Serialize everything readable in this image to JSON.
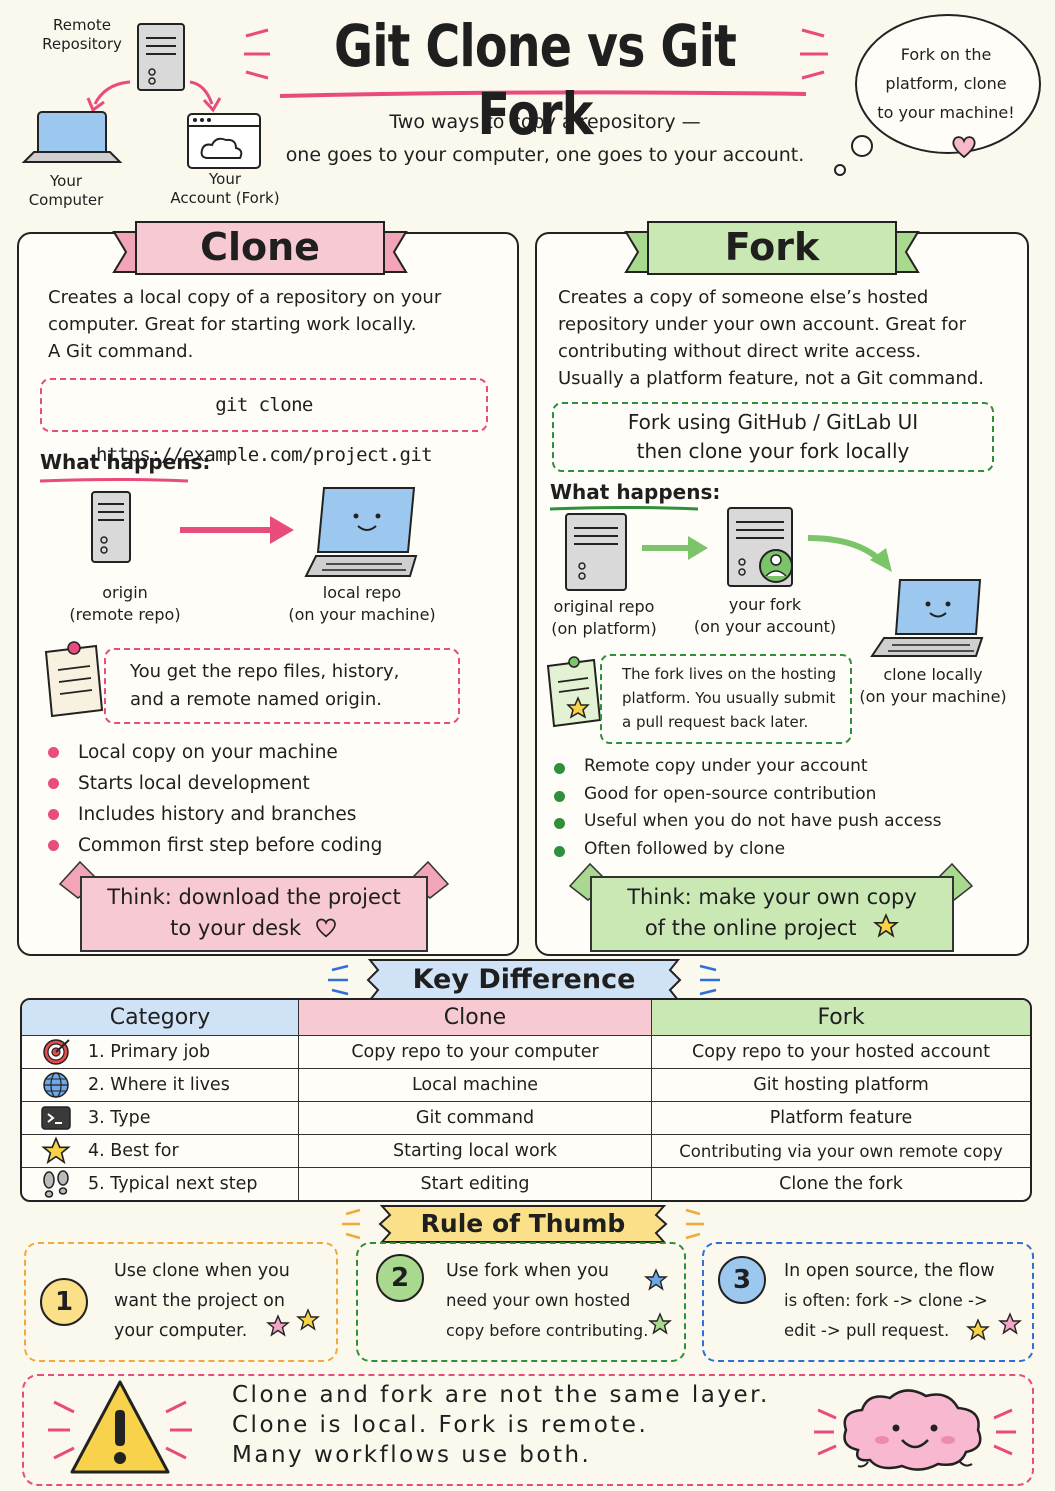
{
  "header": {
    "title": "Git Clone vs Git Fork",
    "subtitle_line1": "Two ways to copy a repository —",
    "subtitle_line2": "one goes to your computer, one goes to your account.",
    "remote_repository_label_1": "Remote",
    "remote_repository_label_2": "Repository",
    "your_computer_label_1": "Your",
    "your_computer_label_2": "Computer",
    "your_account_label_1": "Your",
    "your_account_label_2": "Account (Fork)",
    "bubble_line1": "Fork on the",
    "bubble_line2": "platform, clone",
    "bubble_line3": "to your machine!"
  },
  "clone": {
    "ribbon": "Clone",
    "desc_line1": "Creates a local copy of a repository on your",
    "desc_line2": "computer. Great for starting work locally.",
    "desc_line3": "A Git command.",
    "command": "git clone https://example.com/project.git",
    "what_happens": "What happens:",
    "origin_label_1": "origin",
    "origin_label_2": "(remote repo)",
    "local_label_1": "local repo",
    "local_label_2": "(on your machine)",
    "note_line1": "You get the repo files, history,",
    "note_line2": "and a remote named origin.",
    "bullets": [
      "Local copy on your machine",
      "Starts local development",
      "Includes history and branches",
      "Common first step before coding"
    ],
    "think_line1": "Think: download the project",
    "think_line2": "to your desk"
  },
  "fork": {
    "ribbon": "Fork",
    "desc_line1": "Creates a copy of someone else’s hosted",
    "desc_line2": "repository under your own account. Great for",
    "desc_line3": "contributing without direct write access.",
    "desc_line4": "Usually a platform feature, not a Git command.",
    "ui_line1": "Fork using GitHub / GitLab UI",
    "ui_line2": "then clone your fork locally",
    "what_happens": "What happens:",
    "original_label_1": "original repo",
    "original_label_2": "(on platform)",
    "yourfork_label_1": "your fork",
    "yourfork_label_2": "(on your account)",
    "clonelocal_label_1": "clone locally",
    "clonelocal_label_2": "(on your machine)",
    "note_line1": "The fork lives on the hosting",
    "note_line2": "platform. You usually submit",
    "note_line3": "a pull request back later.",
    "bullets": [
      "Remote copy under your account",
      "Good for open-source contribution",
      "Useful when you do not have push access",
      "Often followed by clone"
    ],
    "think_line1": "Think: make your own copy",
    "think_line2": "of the online project"
  },
  "key_difference": {
    "banner": "Key Difference",
    "headers": [
      "Category",
      "Clone",
      "Fork"
    ],
    "rows": [
      {
        "icon": "target-icon",
        "category": "1. Primary job",
        "clone": "Copy repo to your computer",
        "fork": "Copy repo to your hosted account"
      },
      {
        "icon": "globe-icon",
        "category": "2. Where it lives",
        "clone": "Local machine",
        "fork": "Git hosting platform"
      },
      {
        "icon": "terminal-icon",
        "category": "3. Type",
        "clone": "Git command",
        "fork": "Platform feature"
      },
      {
        "icon": "star-icon",
        "category": "4. Best for",
        "clone": "Starting local work",
        "fork": "Contributing via your own remote copy"
      },
      {
        "icon": "footprints-icon",
        "category": "5. Typical next step",
        "clone": "Start editing",
        "fork": "Clone the fork"
      }
    ]
  },
  "rule_of_thumb": {
    "banner": "Rule of Thumb",
    "rules": [
      {
        "num": "1",
        "line1": "Use clone when you",
        "line2": "want the project on",
        "line3": "your computer."
      },
      {
        "num": "2",
        "line1": "Use fork when you",
        "line2": "need your own hosted",
        "line3": "copy before contributing."
      },
      {
        "num": "3",
        "line1": "In open source, the flow",
        "line2": "is often: fork -> clone ->",
        "line3": "edit -> pull request."
      }
    ]
  },
  "final_note": {
    "line1": "Clone and fork are not the same layer.",
    "line2": "Clone is local. Fork is remote.",
    "line3": "Many workflows use both."
  },
  "colors": {
    "clone_pink": "#f7c9d3",
    "fork_green": "#c9e8b4",
    "category_blue": "#cfe2f6",
    "rule_yellow": "#fbe08a",
    "accent_pink": "#e84c7c",
    "accent_green": "#2f8f3a",
    "accent_blue": "#2f6fd6",
    "accent_orange": "#f0a93a"
  }
}
